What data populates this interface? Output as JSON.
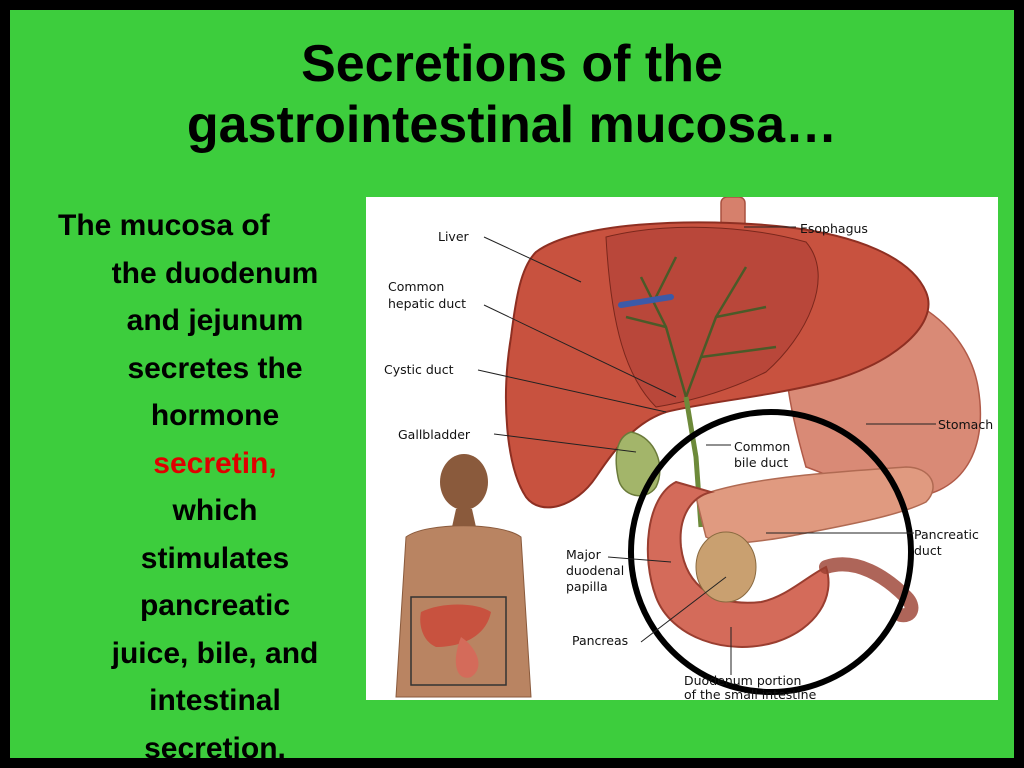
{
  "slide": {
    "title_line1": "Secretions of the",
    "title_line2": "gastrointestinal mucosa…",
    "body_lines": [
      "The mucosa of",
      "the duodenum",
      "and jejunum",
      "secretes the",
      "hormone",
      "secretin,",
      "which",
      "stimulates",
      "pancreatic",
      "juice, bile, and",
      "intestinal",
      "secretion."
    ],
    "highlight_color": "#e00000",
    "background_color": "#3dcd3d"
  },
  "figure": {
    "labels": {
      "liver": "Liver",
      "esophagus": "Esophagus",
      "common_hepatic_duct_1": "Common",
      "common_hepatic_duct_2": "hepatic duct",
      "cystic_duct": "Cystic duct",
      "gallbladder": "Gallbladder",
      "stomach": "Stomach",
      "common_bile_duct_1": "Common",
      "common_bile_duct_2": "bile duct",
      "pancreatic_duct_1": "Pancreatic",
      "pancreatic_duct_2": "duct",
      "major_papilla_1": "Major",
      "major_papilla_2": "duodenal",
      "major_papilla_3": "papilla",
      "pancreas": "Pancreas",
      "duodenum_1": "Duodenum portion",
      "duodenum_2": "of the small intestine"
    }
  }
}
